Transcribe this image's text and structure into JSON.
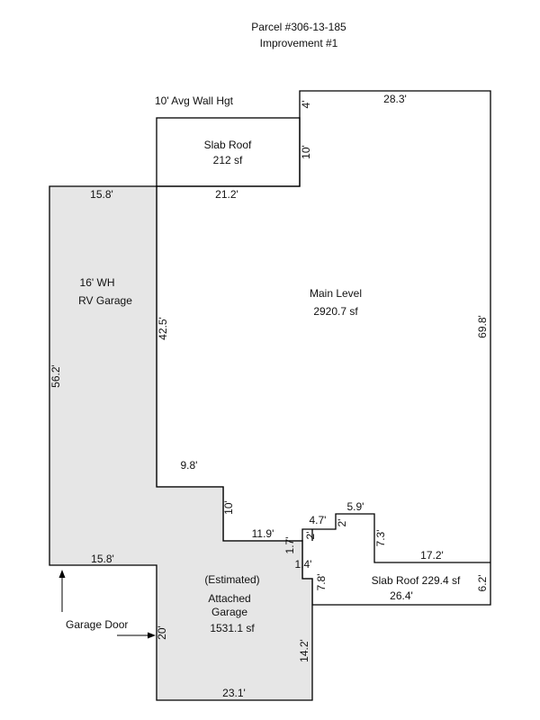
{
  "header": {
    "parcel": "Parcel #306-13-185",
    "improvement": "Improvement #1"
  },
  "notes": {
    "wall_height": "10' Avg Wall Hgt",
    "garage_door": "Garage Door"
  },
  "areas": {
    "slab_roof_top": {
      "name": "Slab Roof",
      "size": "212 sf"
    },
    "main_level": {
      "name": "Main Level",
      "size": "2920.7 sf"
    },
    "rv_garage": {
      "line1": "16' WH",
      "line2": "RV Garage"
    },
    "attached_garage": {
      "line1": "(Estimated)",
      "line2": "Attached",
      "line3": "Garage",
      "size": "1531.1 sf"
    },
    "slab_roof_right": {
      "label": "Slab Roof 229.4 sf"
    }
  },
  "dimensions": {
    "top_4": "4'",
    "top_28_3": "28.3'",
    "slab_10": "10'",
    "top_15_8": "15.8'",
    "top_21_2": "21.2'",
    "left_42_5": "42.5'",
    "right_69_8": "69.8'",
    "left_56_2": "56.2'",
    "mid_9_8": "9.8'",
    "mid_10": "10'",
    "step_5_9": "5.9'",
    "step_4_7": "4.7'",
    "step_2a": "2'",
    "step_2b": "2'",
    "step_7_3": "7.3'",
    "mid_11_9": "11.9'",
    "mid_1_7": "1.7'",
    "mid_1_4": "1.4'",
    "right_17_2": "17.2'",
    "bot_15_8": "15.8'",
    "right_7_8": "7.8'",
    "right_6_2": "6.2'",
    "bot_26_4": "26.4'",
    "gar_20": "20'",
    "gar_14_2": "14.2'",
    "bot_23_1": "23.1'"
  }
}
